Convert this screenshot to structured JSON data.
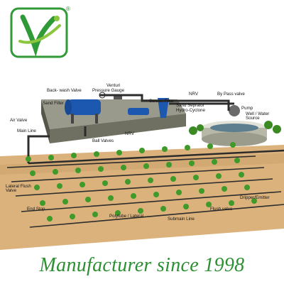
{
  "brand": {
    "registered_mark": "®"
  },
  "diagram": {
    "labels": {
      "backwash_valve": "Back- wash Valve",
      "pressure_gauge": "Pressure Gauge",
      "ventury": "Venturi",
      "sand_filter": "Sand Filter",
      "screen_filter": "Screen Filter",
      "nrv_top": "NRV",
      "bypass_valve": "By Pass valve",
      "sand_separator": "Sand Seprator",
      "hydro_cyclone": "Hydro-Cyclone",
      "pump": "Pump",
      "well_source": "Well / Water Source",
      "air_valve": "Air Valve",
      "main_line": "Main Line",
      "nrv_mid": "NRV",
      "ball_valves": "Ball Valves",
      "lateral_flush_valve": "Lateral Flush Valve",
      "end_stop": "End Stop",
      "polytube_lateral": "Polytube / Lateral",
      "submain_line": "Submain Line",
      "flush_valve": "Flush valve",
      "dripper_emitter": "Dripper/Emitter"
    }
  },
  "footer": {
    "tagline": "Manufacturer since 1998"
  },
  "colors": {
    "brand_green": "#2c8f31",
    "soil": "#d9b07a",
    "pipe": "#2c2c2c",
    "tank_blue": "#1c58b0",
    "plant_green": "#3f9a2a"
  }
}
